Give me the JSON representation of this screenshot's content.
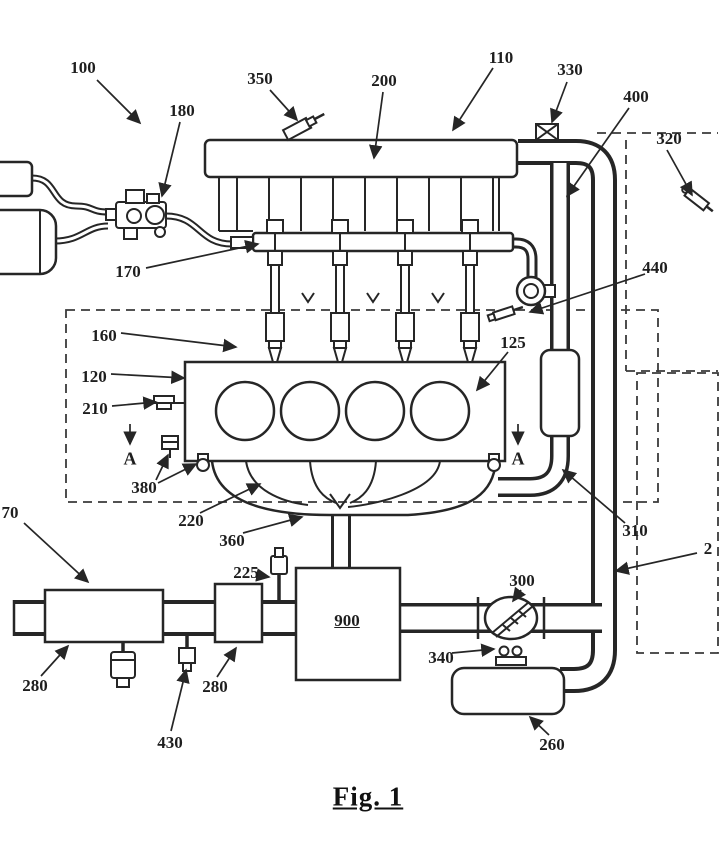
{
  "figure": {
    "caption": "Fig. 1"
  },
  "labels": {
    "l100": "100",
    "l110": "110",
    "l120": "120",
    "l125": "125",
    "l160": "160",
    "l170": "170",
    "l180": "180",
    "l200": "200",
    "l210": "210",
    "l220": "220",
    "l225": "225",
    "l260": "260",
    "l280_left": "280",
    "l280_mid": "280",
    "l300": "300",
    "l310": "310",
    "l320": "320",
    "l330": "330",
    "l340": "340",
    "l350": "350",
    "l360": "360",
    "l380": "380",
    "l400": "400",
    "l430": "430",
    "l440": "440",
    "l70": "70",
    "l900": "900",
    "l2_partial": "2",
    "section_a_left": "A",
    "section_a_right": "A"
  }
}
